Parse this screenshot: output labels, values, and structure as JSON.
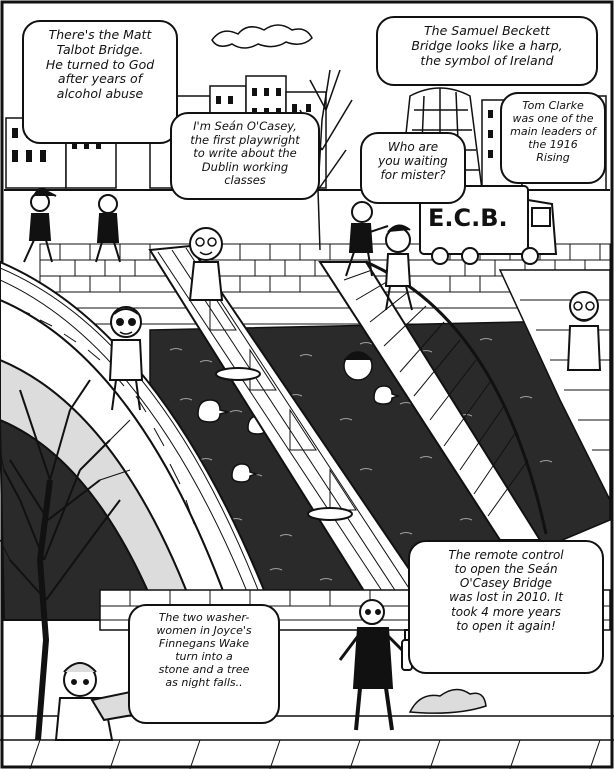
{
  "palette": {
    "ink": "#111111",
    "paper": "#ffffff",
    "water": "#2a2a2a",
    "stone": "#dcdcdc"
  },
  "bubbles": {
    "matt_talbot": "There's the Matt\nTalbot Bridge.\nHe turned to God\nafter years of\nalcohol abuse",
    "beckett": "The Samuel Beckett\nBridge looks like a harp,\nthe symbol of Ireland",
    "clarke": "Tom Clarke\nwas one of the\nmain leaders of\nthe 1916 Rising",
    "ocasey": "I'm Seán O'Casey,\nthe first playwright\nto write about the\nDublin working classes",
    "waiting": "Who are\nyou waiting\nfor mister?",
    "washerwomen": "The two washer-\nwomen in Joyce's\nFinnegans Wake\nturn into a\nstone and a tree\nas night falls..",
    "remote": "The remote control\nto open the Seán\nO'Casey Bridge\nwas lost in 2010. It\ntook 4 more years\nto open it again!"
  },
  "signs": {
    "van_lettering": "E.C.B."
  }
}
